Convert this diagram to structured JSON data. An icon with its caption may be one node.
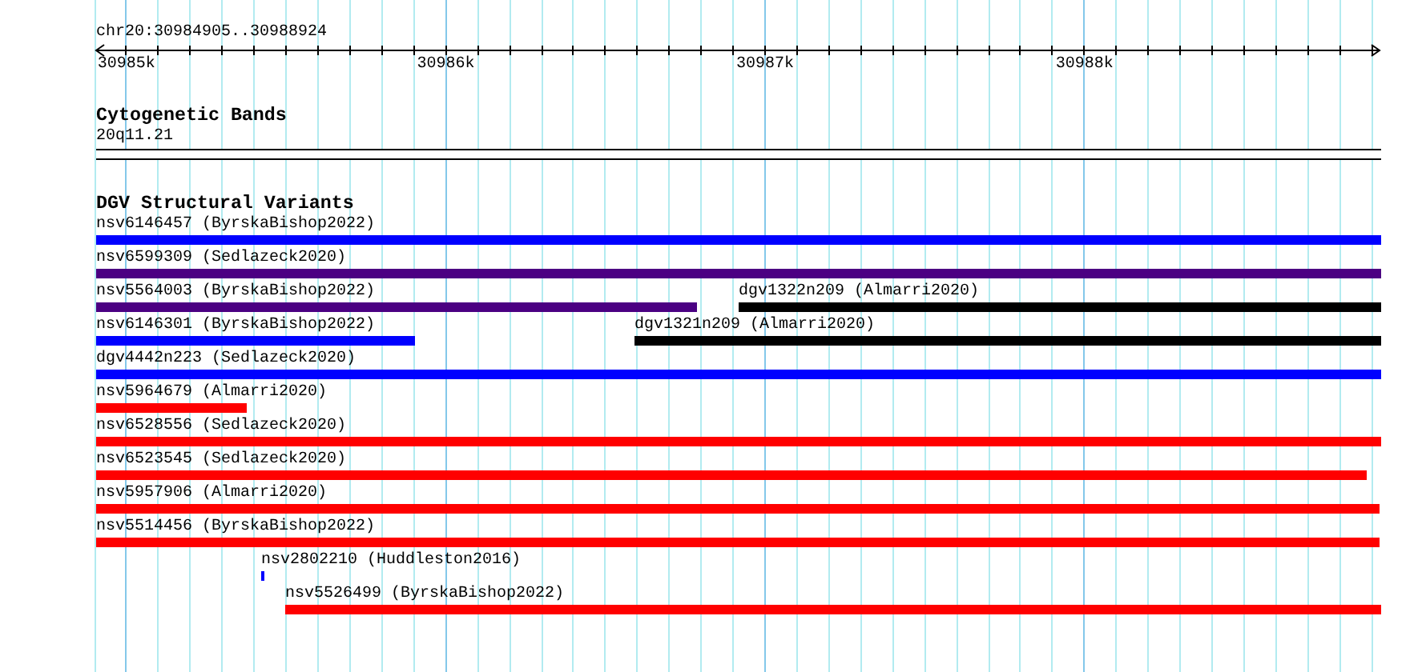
{
  "diagram": {
    "nodes": [
      {
        "text": [
          "20q11.21"
        ]
      },
      {
        "text": [
          "nsv6146457 (ByrskaBishop2022)"
        ]
      },
      {
        "text": [
          "nsv6599309 (Sedlazeck2020)"
        ]
      },
      {
        "text": [
          "nsv5564003 (ByrskaBishop2022)"
        ]
      },
      {
        "text": [
          "dgv1322n209 (Almarri2020)"
        ]
      },
      {
        "text": [
          "nsv6146301 (ByrskaBishop2022)"
        ]
      },
      {
        "text": [
          "dgv1321n209 (Almarri2020)"
        ]
      },
      {
        "text": [
          "dgv4442n223 (Sedlazeck2020)"
        ]
      },
      {
        "text": [
          "nsv5964679 (Almarri2020)"
        ]
      },
      {
        "text": [
          "nsv6528556 (Sedlazeck2020)"
        ]
      },
      {
        "text": [
          "nsv6523545 (Sedlazeck2020)"
        ]
      },
      {
        "text": [
          "nsv5957906 (Almarri2020)"
        ]
      },
      {
        "text": [
          "nsv5514456 (ByrskaBishop2022)"
        ]
      },
      {
        "text": [
          "nsv2802210 (Huddleston2016)"
        ]
      },
      {
        "text": [
          "nsv5526499 (ByrskaBishop2022)"
        ]
      }
    ],
    "labels": [
      "chr20:30984905..30988924",
      "30985k",
      "30986k",
      "30987k",
      "30988k",
      "Cytogenetic Bands",
      "DGV Structural Variants"
    ]
  }
}
